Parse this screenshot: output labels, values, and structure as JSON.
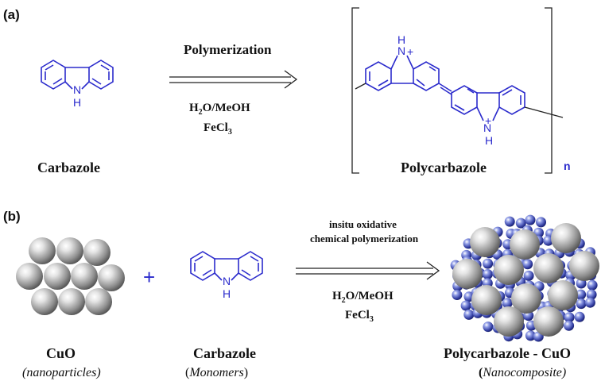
{
  "panel_a": {
    "label": "(a)",
    "reaction_title": "Polymerization",
    "reagent_1_main": "H",
    "reagent_1_sub": "2",
    "reagent_1_rest": "O/MeOH",
    "reagent_2_main": "FeCl",
    "reagent_2_sub": "3",
    "reactant_name": "Carbazole",
    "product_name": "Polycarbazole",
    "repeat_subscript": "n",
    "atom_N": "N",
    "atom_H": "H",
    "atom_NH_plus": "H",
    "charge_plus": "+"
  },
  "panel_b": {
    "label": "(b)",
    "plus_sign": "+",
    "reaction_line_1": "insitu oxidative",
    "reaction_line_2": "chemical polymerization",
    "reagent_1_main": "H",
    "reagent_1_sub": "2",
    "reagent_1_rest": "O/MeOH",
    "reagent_2_main": "FeCl",
    "reagent_2_sub": "3",
    "cuo_name": "CuO",
    "cuo_desc": "(nanoparticles)",
    "carbazole_name": "Carbazole",
    "carbazole_desc_open": "(",
    "carbazole_desc_word": "Monomers",
    "carbazole_desc_close": ")",
    "composite_name": "Polycarbazole - CuO",
    "composite_desc_open": "(",
    "composite_desc_word": "Nanocomposite)"
  },
  "colors": {
    "structure_blue": "#2b2bcc",
    "sphere_grey": "#8a8a8a",
    "nanoparticle_blue": "#2f3a9e"
  }
}
